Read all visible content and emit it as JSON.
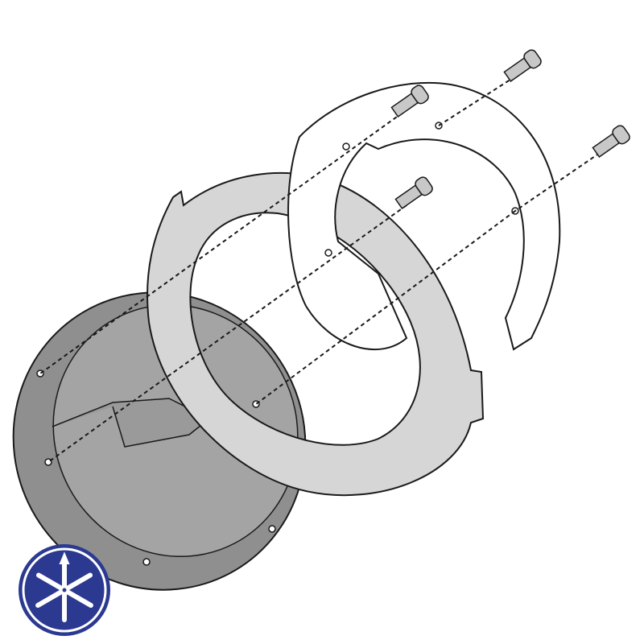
{
  "diagram": {
    "parts": [
      {
        "id": "base-plate",
        "fill": "#8f8f8f"
      },
      {
        "id": "mounting-ring",
        "fill": "#d6d6d6"
      },
      {
        "id": "adapter-plate",
        "fill": "#ffffff"
      },
      {
        "id": "screws",
        "count": 4,
        "fill": "#c8c8c8"
      }
    ],
    "logo": {
      "icon": "tuning-forks-emblem-icon",
      "background": "#2b3990",
      "foreground": "#ffffff"
    },
    "stroke": "#1a1a1a"
  }
}
